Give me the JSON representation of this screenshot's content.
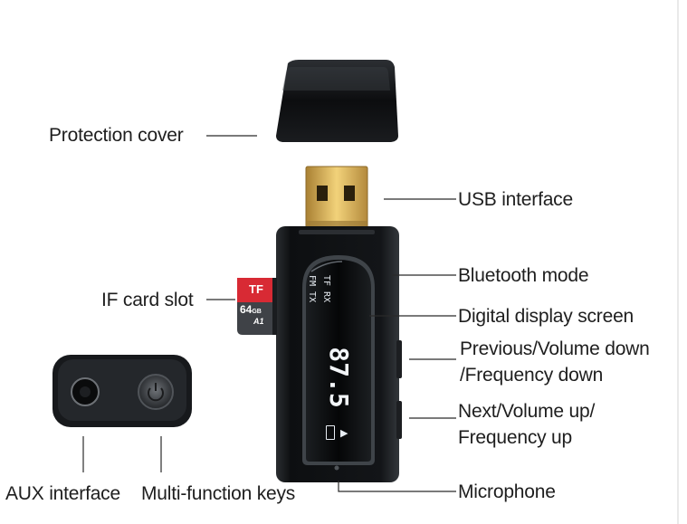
{
  "callouts": {
    "protection_cover": "Protection cover",
    "usb_interface": "USB interface",
    "bluetooth_mode": "Bluetooth mode",
    "if_card_slot": "IF card slot",
    "digital_display_screen": "Digital display screen",
    "previous_volume_down": [
      "Previous/Volume down",
      "/Frequency down"
    ],
    "next_volume_up": [
      "Next/Volume up/",
      "Frequency up"
    ],
    "aux_interface": "AUX interface",
    "multi_function_keys": "Multi-function keys",
    "microphone": "Microphone"
  },
  "device_display": {
    "mode_row1": "TF RX",
    "mode_row2": "FM TX",
    "frequency": "87.5"
  },
  "sd_card": {
    "brand": "TF",
    "capacity": "64",
    "unit": "GB",
    "class_marks": "A1"
  },
  "colors": {
    "label_text": "#1e1e1e",
    "leader_line": "#2a2a2a",
    "device_body": "#101214",
    "card_red": "#d82a34",
    "display_glow": "#e9eef4"
  }
}
